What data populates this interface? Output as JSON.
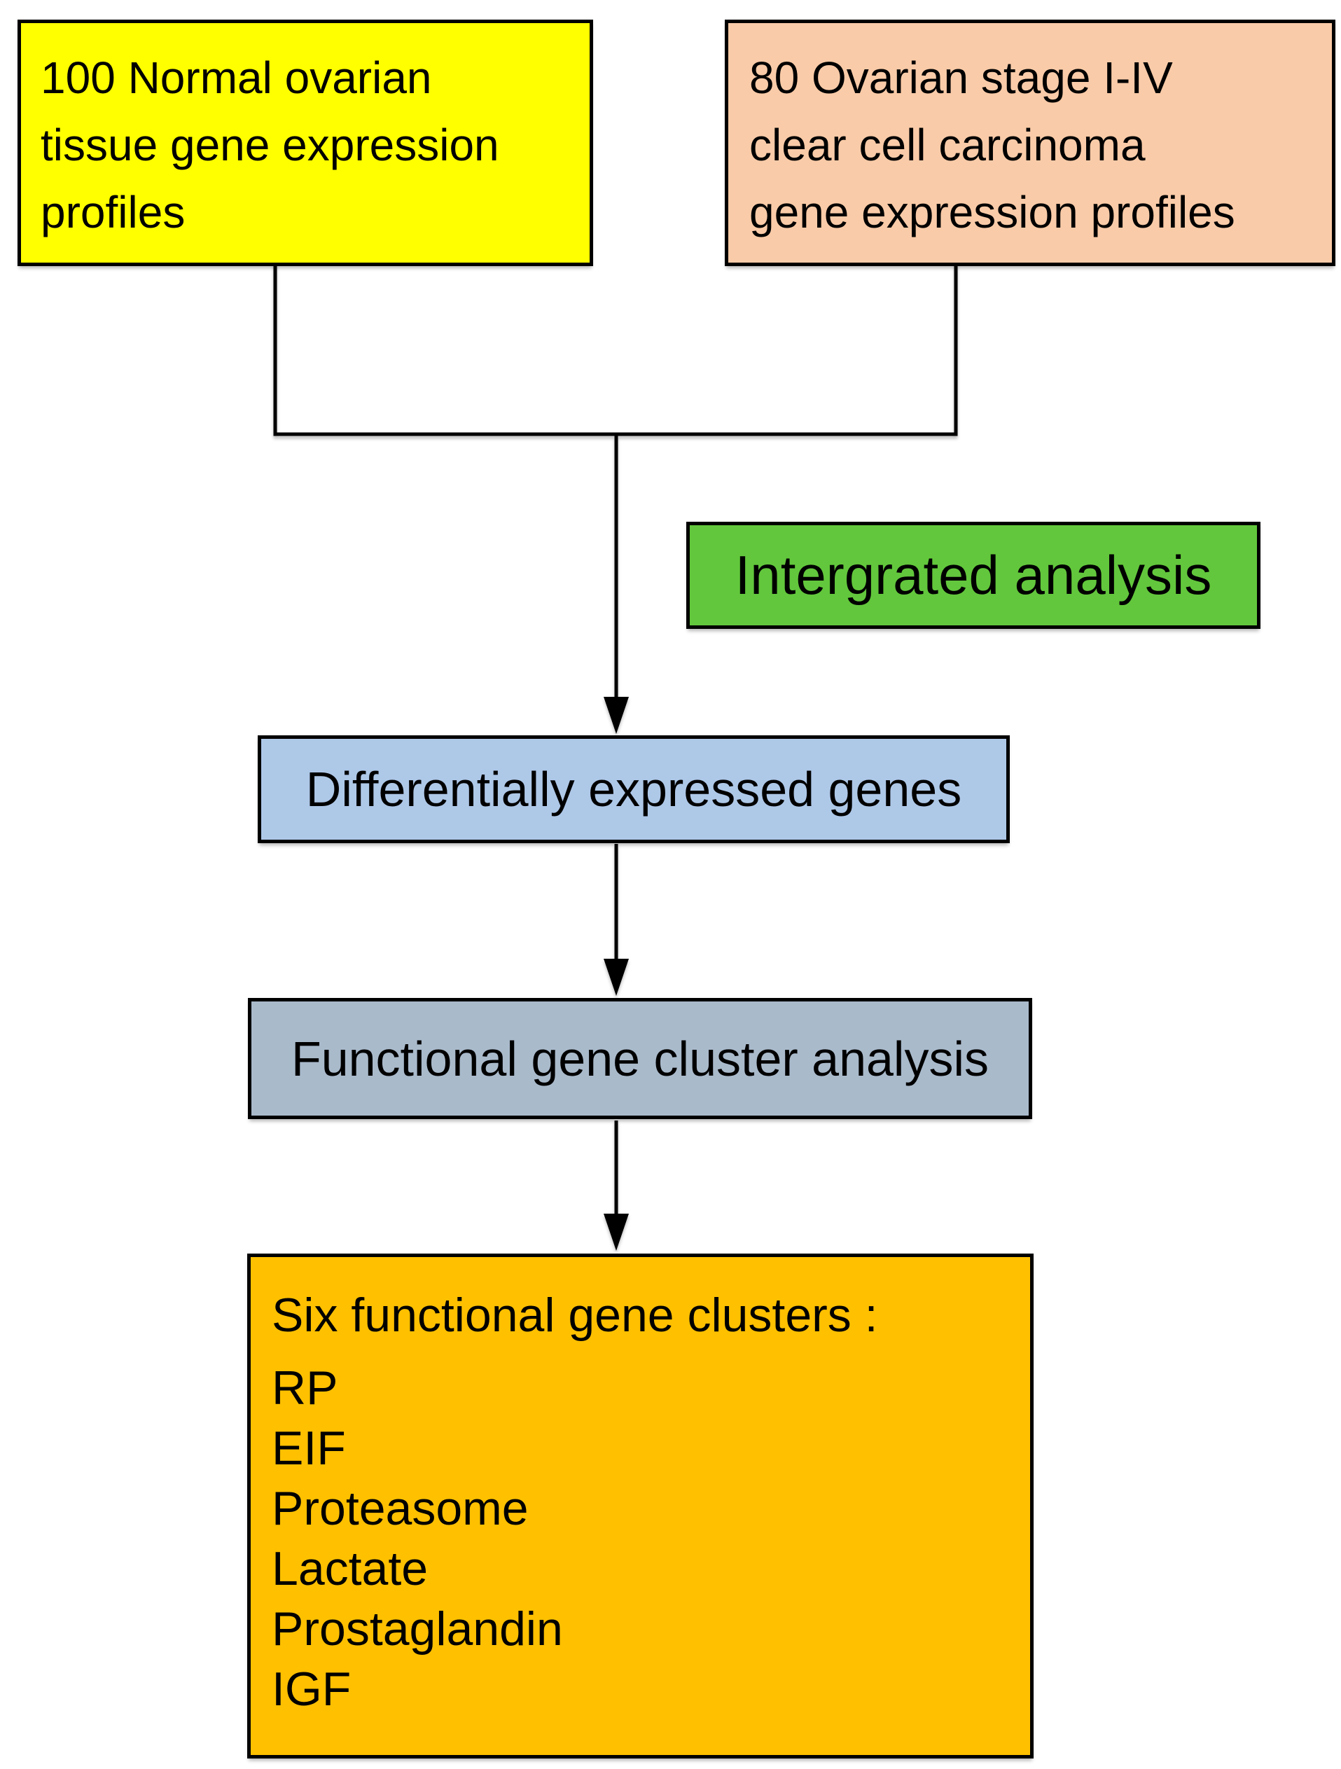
{
  "figure": {
    "background": "#FFFFFF",
    "line_color": "#000000",
    "text_color": "#000000"
  },
  "nodes": {
    "normal_tissue": {
      "lines": [
        "100 Normal ovarian",
        "tissue gene expression",
        "profiles"
      ],
      "bg_color": "#FFFF00"
    },
    "carcinoma": {
      "lines": [
        "80 Ovarian stage I-IV",
        "clear cell carcinoma",
        "gene expression profiles"
      ],
      "bg_color": "#FACBA8"
    },
    "integrated_analysis": {
      "label": "Intergrated analysis",
      "bg_color": "#62C73C"
    },
    "deg": {
      "label": "Differentially expressed genes",
      "bg_color": "#AEC8E8"
    },
    "cluster_analysis": {
      "label": "Functional gene cluster analysis",
      "bg_color": "#A9BACB"
    },
    "clusters": {
      "title": "Six functional gene clusters :",
      "items": [
        "RP",
        "EIF",
        "Proteasome",
        "Lactate",
        "Prostaglandin",
        "IGF"
      ],
      "bg_color": "#FFC000"
    }
  }
}
